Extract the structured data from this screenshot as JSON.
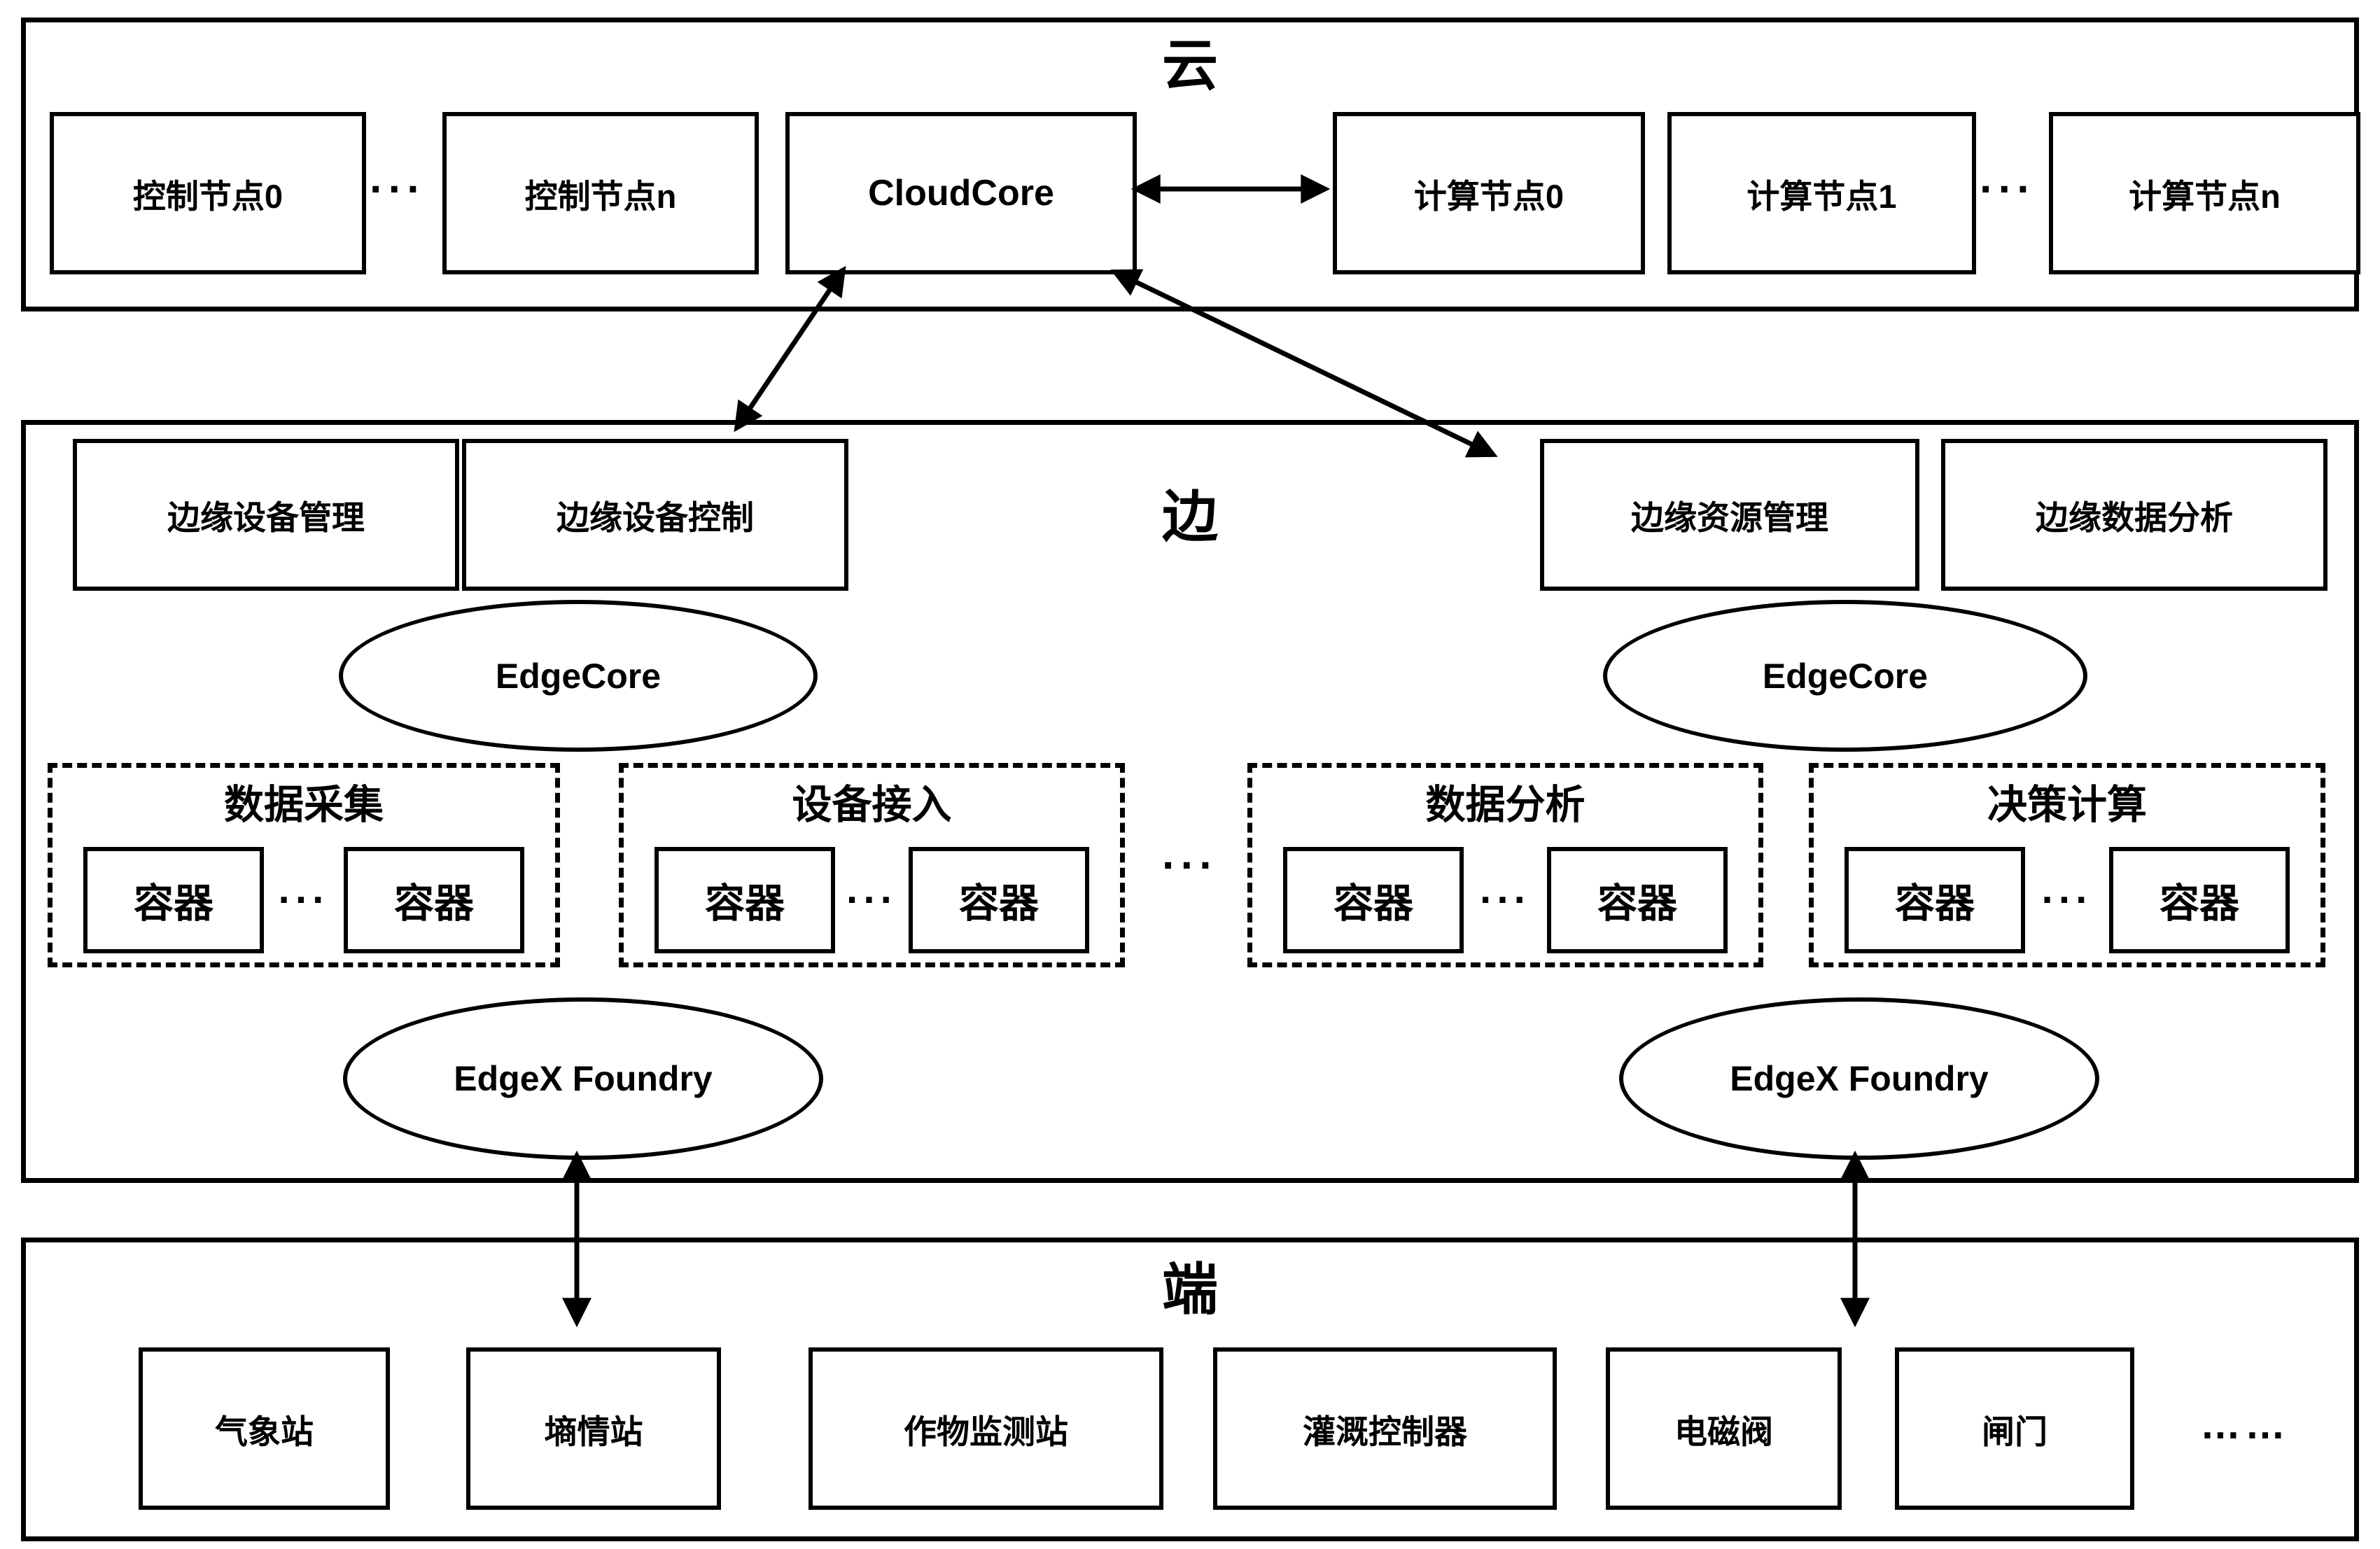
{
  "colors": {
    "stroke": "#000000",
    "background": "#ffffff"
  },
  "cloud": {
    "label": "云",
    "control_nodes": [
      "控制节点0",
      "控制节点n"
    ],
    "control_ellipsis": "···",
    "cloudcore_label": "CloudCore",
    "compute_nodes": [
      "计算节点0",
      "计算节点1",
      "计算节点n"
    ],
    "compute_ellipsis": "···"
  },
  "edge": {
    "label": "边",
    "services": [
      "边缘设备管理",
      "边缘设备控制",
      "边缘资源管理",
      "边缘数据分析"
    ],
    "edgecore_label": "EdgeCore",
    "edgex_label": "EdgeX Foundry",
    "groups": [
      {
        "title": "数据采集",
        "container_label": "容器",
        "ellipsis": "···"
      },
      {
        "title": "设备接入",
        "container_label": "容器",
        "ellipsis": "···"
      },
      {
        "title": "数据分析",
        "container_label": "容器",
        "ellipsis": "···"
      },
      {
        "title": "决策计算",
        "container_label": "容器",
        "ellipsis": "···"
      }
    ],
    "groups_ellipsis": "···"
  },
  "device": {
    "label": "端",
    "nodes": [
      "气象站",
      "墒情站",
      "作物监测站",
      "灌溉控制器",
      "电磁阀",
      "闸门"
    ],
    "more": "……"
  }
}
